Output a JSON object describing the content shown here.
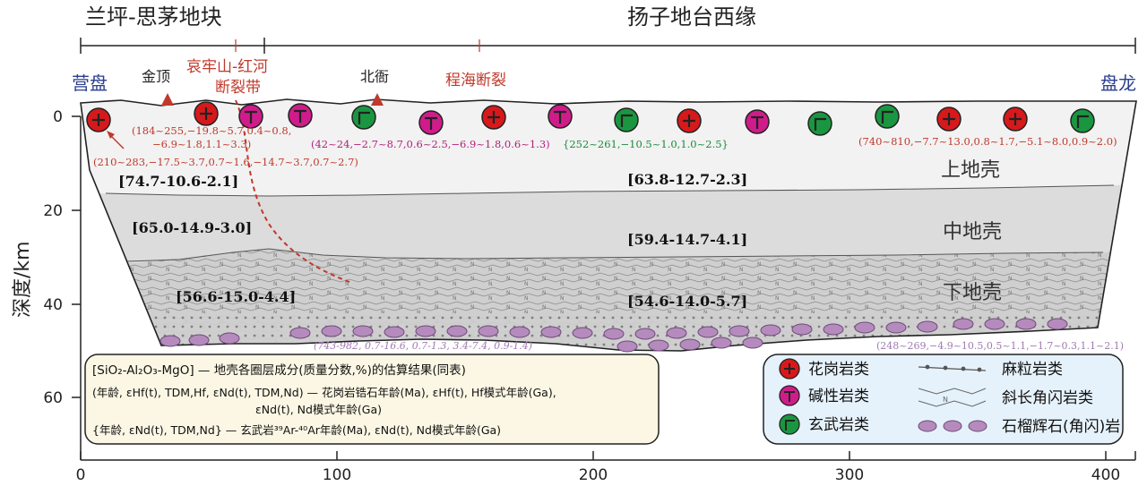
{
  "header": {
    "left_block": "兰坪-思茅地块",
    "right_block": "扬子地台西缘"
  },
  "surface_labels": {
    "yingpan": "营盘",
    "panlong": "盘龙",
    "jinding": "金顶",
    "beiya": "北衙",
    "ailaoshan_line1": "哀牢山-红河",
    "ailaoshan_line2": "断裂带",
    "chenghai": "程海断裂"
  },
  "y_axis": {
    "label": "深度/km",
    "ticks": [
      "0",
      "20",
      "40",
      "60"
    ]
  },
  "x_axis": {
    "ticks": [
      "0",
      "100",
      "200",
      "300",
      "400"
    ]
  },
  "layers": {
    "upper": "上地壳",
    "middle": "中地壳",
    "lower": "下地壳"
  },
  "compositions": {
    "upper_left": "[74.7-10.6-2.1]",
    "upper_right": "[63.8-12.7-2.3]",
    "middle_left": "[65.0-14.9-3.0]",
    "middle_right": "[59.4-14.7-4.1]",
    "lower_left": "[56.6-15.0-4.4]",
    "lower_right": "[54.6-14.0-5.7]"
  },
  "annotations": {
    "a1_line1": "(184~255,−19.8~5.7,0.4~0.8,",
    "a1_line2": "−6.9~1.8,1.1~3.3)",
    "a2": "(210~283,−17.5~3.7,0.7~1.6,−14.7~3.7,0.7~2.7)",
    "a3": "(42~24,−2.7~8.7,0.6~2.5,−6.9~1.8,0.6~1.3)",
    "a4": "{252~261,−10.5~1.0,1.0~2.5}",
    "a5": "(740~810,−7.7~13.0,0.8~1.7,−5.1~8.0,0.9~2.0)",
    "a6": "(743-982, 0.7-16.6, 0.7-1.3, 3.4-7.4, 0.9-1.4)",
    "a7": "(248~269,−4.9~10.5,0.5~1.1,−1.7~0.3,1.1~2.1)"
  },
  "notes": {
    "line1": "[SiO₂-Al₂O₃-MgO] — 地壳各圈层成分(质量分数,%)的估算结果(同表)",
    "line2": "(年龄, εHf(t), TDM,Hf, εNd(t), TDM,Nd) — 花岗岩锆石年龄(Ma), εHf(t), Hf模式年龄(Ga),",
    "line3": "εNd(t), Nd模式年龄(Ga)",
    "line4": "{年龄, εNd(t), TDM,Nd} — 玄武岩³⁹Ar-⁴⁰Ar年龄(Ma), εNd(t), Nd模式年龄(Ga)"
  },
  "legend": {
    "granite": "花岗岩类",
    "alkaline": "碱性岩类",
    "basalt": "玄武岩类",
    "granulite": "麻粒岩类",
    "amphibolite": "斜长角闪岩类",
    "garnet": "石榴辉石(角闪)岩"
  },
  "colors": {
    "granite": "#d7191c",
    "alkaline": "#d01c8b",
    "basalt": "#1a9641",
    "garnet": "#b58bbd",
    "annotation_red": "#c0392b",
    "annotation_magenta": "#b0207a",
    "annotation_green": "#1a8a3a",
    "place_blue": "#2b3f8f"
  }
}
